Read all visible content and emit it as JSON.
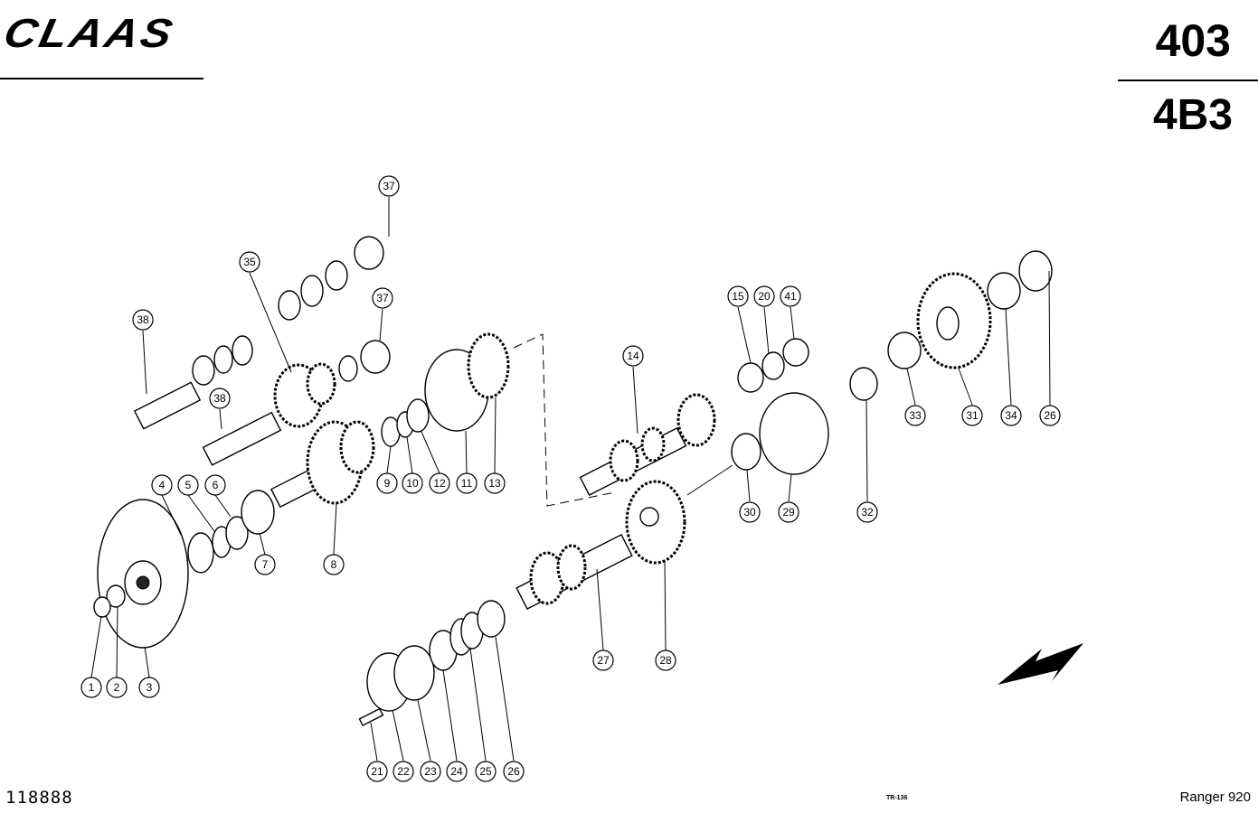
{
  "header": {
    "brand": "CLAAS",
    "page_number": "403",
    "group_code": "4B3"
  },
  "footer": {
    "document_number": "118888",
    "drawing_code": "TR-136",
    "model": "Ranger 920"
  },
  "callouts": [
    "1",
    "2",
    "3",
    "4",
    "5",
    "6",
    "7",
    "8",
    "9",
    "10",
    "11",
    "12",
    "13",
    "14",
    "15",
    "20",
    "41",
    "37",
    "35",
    "38",
    "38",
    "37",
    "21",
    "22",
    "23",
    "24",
    "25",
    "26",
    "27",
    "28",
    "29",
    "30",
    "31",
    "32",
    "33",
    "34",
    "26"
  ]
}
